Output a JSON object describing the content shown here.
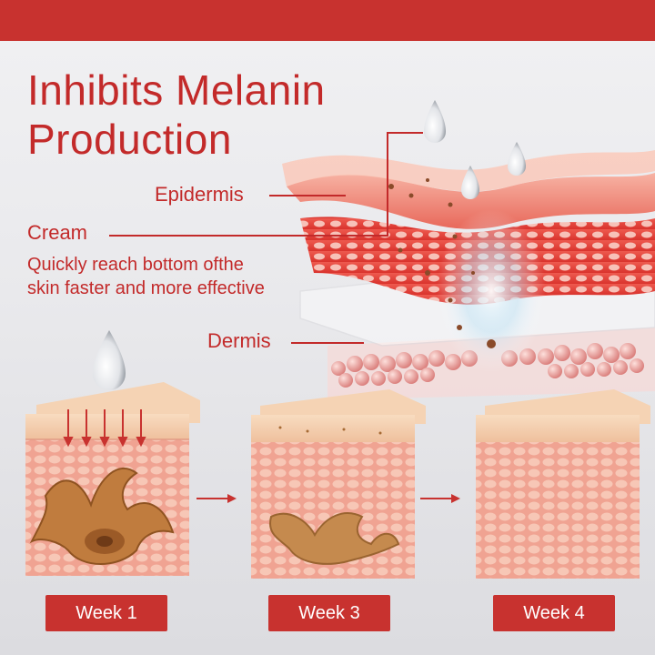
{
  "header": {
    "title_line1": "Inhibits Melanin",
    "title_line2": "Production"
  },
  "labels": {
    "epidermis": "Epidermis",
    "cream": "Cream",
    "cream_desc_line1": "Quickly reach bottom ofthe",
    "cream_desc_line2": "skin faster and more effective",
    "dermis": "Dermis"
  },
  "weeks": [
    {
      "label": "Week 1"
    },
    {
      "label": "Week 3"
    },
    {
      "label": "Week 4"
    }
  ],
  "colors": {
    "accent": "#c8322f",
    "skin_top": "#f3c9a6",
    "skin_cells": "#f2a99a",
    "melanin": "#b5713a"
  }
}
